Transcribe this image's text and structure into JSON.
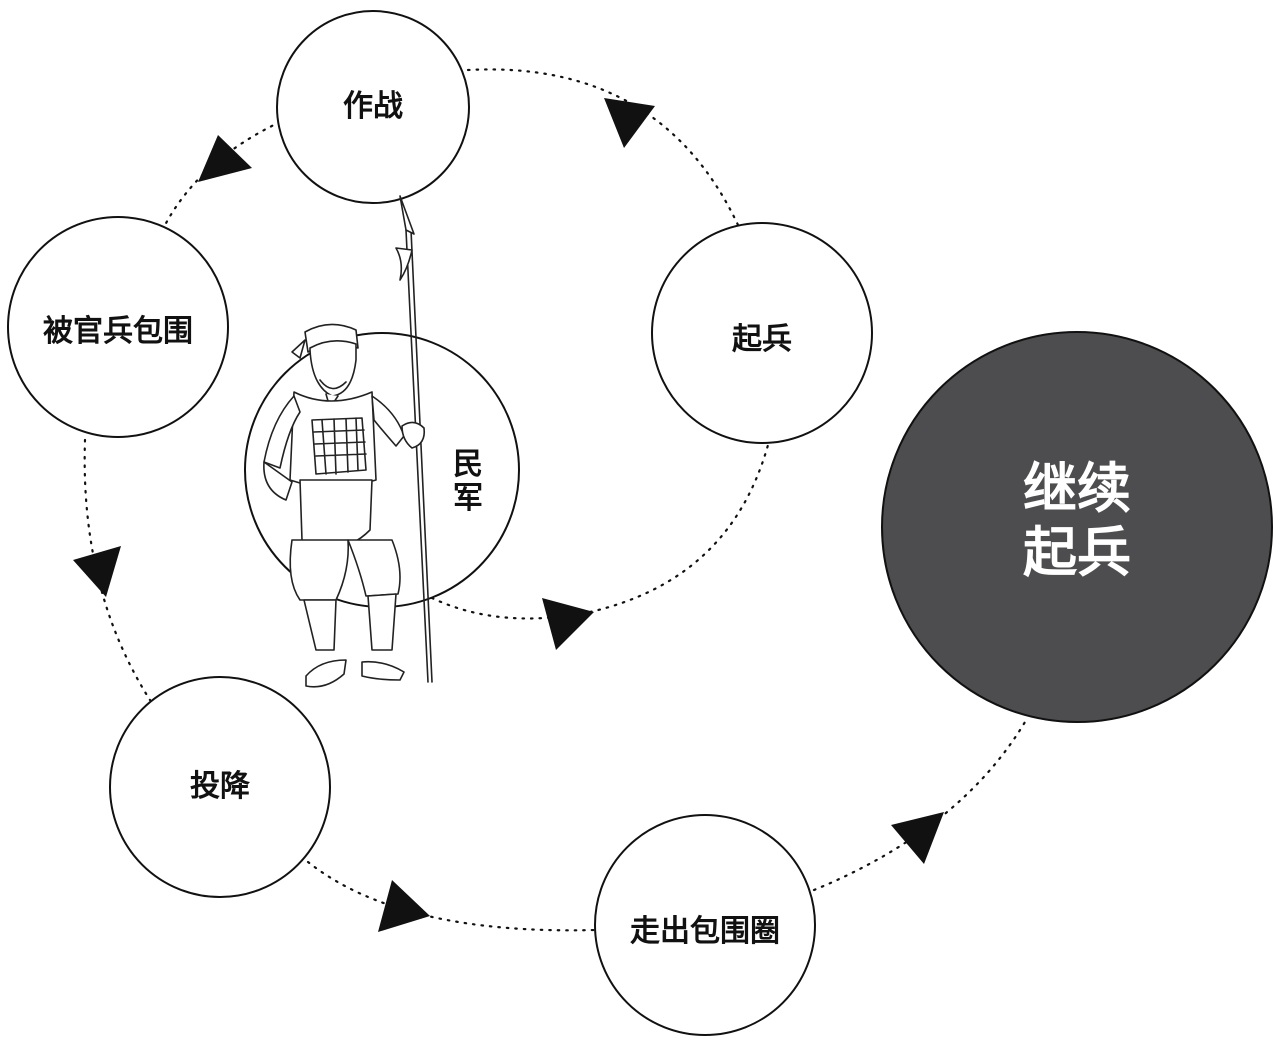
{
  "colors": {
    "line": "#111111",
    "node_fill": "#ffffff",
    "highlight_fill": "#4d4c4e",
    "highlight_text": "#ffffff"
  },
  "nodes": {
    "fight": "作战",
    "rise": "起兵",
    "besieged": "被官兵包围",
    "surrender": "投降",
    "escape": "走出包围圈",
    "continue_line1": "继续",
    "continue_line2": "起兵",
    "militia_line1": "民",
    "militia_line2": "军"
  },
  "illustration": {
    "name": "militia-soldier-illustration"
  }
}
